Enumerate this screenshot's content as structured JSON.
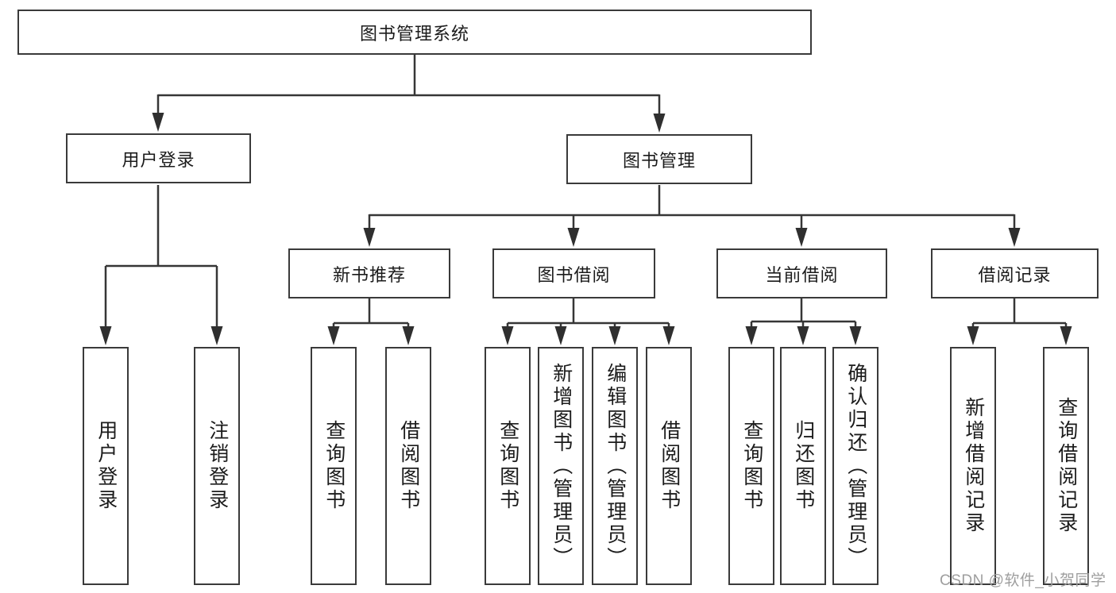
{
  "diagram": {
    "root": {
      "label": "图书管理系统"
    },
    "level2": [
      {
        "id": "user-login",
        "label": "用户登录"
      },
      {
        "id": "book-mgmt",
        "label": "图书管理"
      }
    ],
    "level3": [
      {
        "id": "new-book-rec",
        "label": "新书推荐",
        "parent": "book-mgmt"
      },
      {
        "id": "book-borrow",
        "label": "图书借阅",
        "parent": "book-mgmt"
      },
      {
        "id": "current-borrow",
        "label": "当前借阅",
        "parent": "book-mgmt"
      },
      {
        "id": "borrow-record",
        "label": "借阅记录",
        "parent": "book-mgmt"
      }
    ],
    "leaves": [
      {
        "label": "用户登录",
        "parent": "user-login"
      },
      {
        "label": "注销登录",
        "parent": "user-login"
      },
      {
        "label": "查询图书",
        "parent": "new-book-rec"
      },
      {
        "label": "借阅图书",
        "parent": "new-book-rec"
      },
      {
        "label": "查询图书",
        "parent": "book-borrow"
      },
      {
        "label": "新增图书（管理员）",
        "parent": "book-borrow"
      },
      {
        "label": "编辑图书（管理员）",
        "parent": "book-borrow"
      },
      {
        "label": "借阅图书",
        "parent": "book-borrow"
      },
      {
        "label": "查询图书",
        "parent": "current-borrow"
      },
      {
        "label": "归还图书",
        "parent": "current-borrow"
      },
      {
        "label": "确认归还（管理员）",
        "parent": "current-borrow"
      },
      {
        "label": "新增借阅记录",
        "parent": "borrow-record"
      },
      {
        "label": "查询借阅记录",
        "parent": "borrow-record"
      }
    ]
  },
  "watermark": {
    "text": "CSDN @软件_小贺同学"
  },
  "colors": {
    "background": "#ffffff",
    "line": "#363636",
    "border": "#3a3a3a",
    "text": "#1b1b1b",
    "watermark": "#9e9e9e"
  }
}
